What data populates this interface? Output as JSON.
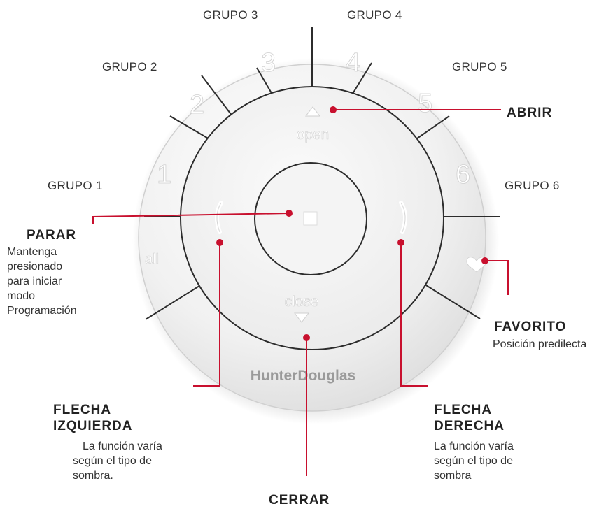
{
  "remote": {
    "group_buttons": [
      "1",
      "2",
      "3",
      "4",
      "5",
      "6"
    ],
    "all_label": "all",
    "open_label": "open",
    "close_label": "close",
    "brand": "HunterDouglas",
    "accent_color": "#c8102e"
  },
  "group_labels": {
    "g1": "GRUPO 1",
    "g2": "GRUPO 2",
    "g3": "GRUPO 3",
    "g4": "GRUPO 4",
    "g5": "GRUPO 5",
    "g6": "GRUPO 6"
  },
  "callouts": {
    "abrir": {
      "title": "ABRIR"
    },
    "parar": {
      "title": "PARAR",
      "desc": [
        "Mantenga",
        "presionado",
        "para iniciar",
        "modo",
        "Programación"
      ]
    },
    "favorito": {
      "title": "FAVORITO",
      "desc": "Posición predilecta"
    },
    "flecha_izquierda": {
      "title_lines": [
        "FLECHA",
        "IZQUIERDA"
      ],
      "desc": [
        "La función varía",
        "según el tipo de",
        "sombra."
      ]
    },
    "flecha_derecha": {
      "title_lines": [
        "FLECHA",
        "DERECHA"
      ],
      "desc": [
        "La función varía",
        "según el tipo de",
        "sombra"
      ]
    },
    "cerrar": {
      "title": "CERRAR"
    }
  }
}
